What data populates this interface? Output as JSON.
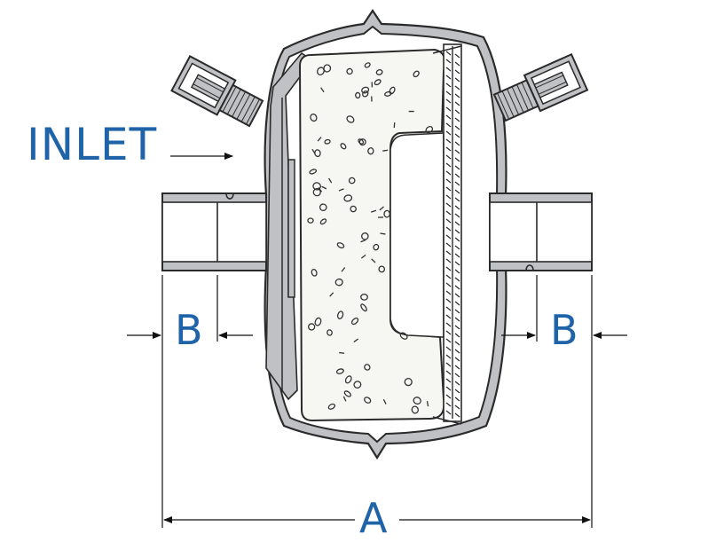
{
  "labels": {
    "inlet": "INLET",
    "dim_a": "A",
    "dim_b_left": "B",
    "dim_b_right": "B"
  },
  "colors": {
    "label_blue": "#1f63a8",
    "outline": "#2a2a2a",
    "shell_fill": "#bfc1c4",
    "media_fill": "#f6f6f2"
  },
  "icons": {
    "arrow": "filled-triangle-arrowhead",
    "fitting": "compression-fitting"
  }
}
